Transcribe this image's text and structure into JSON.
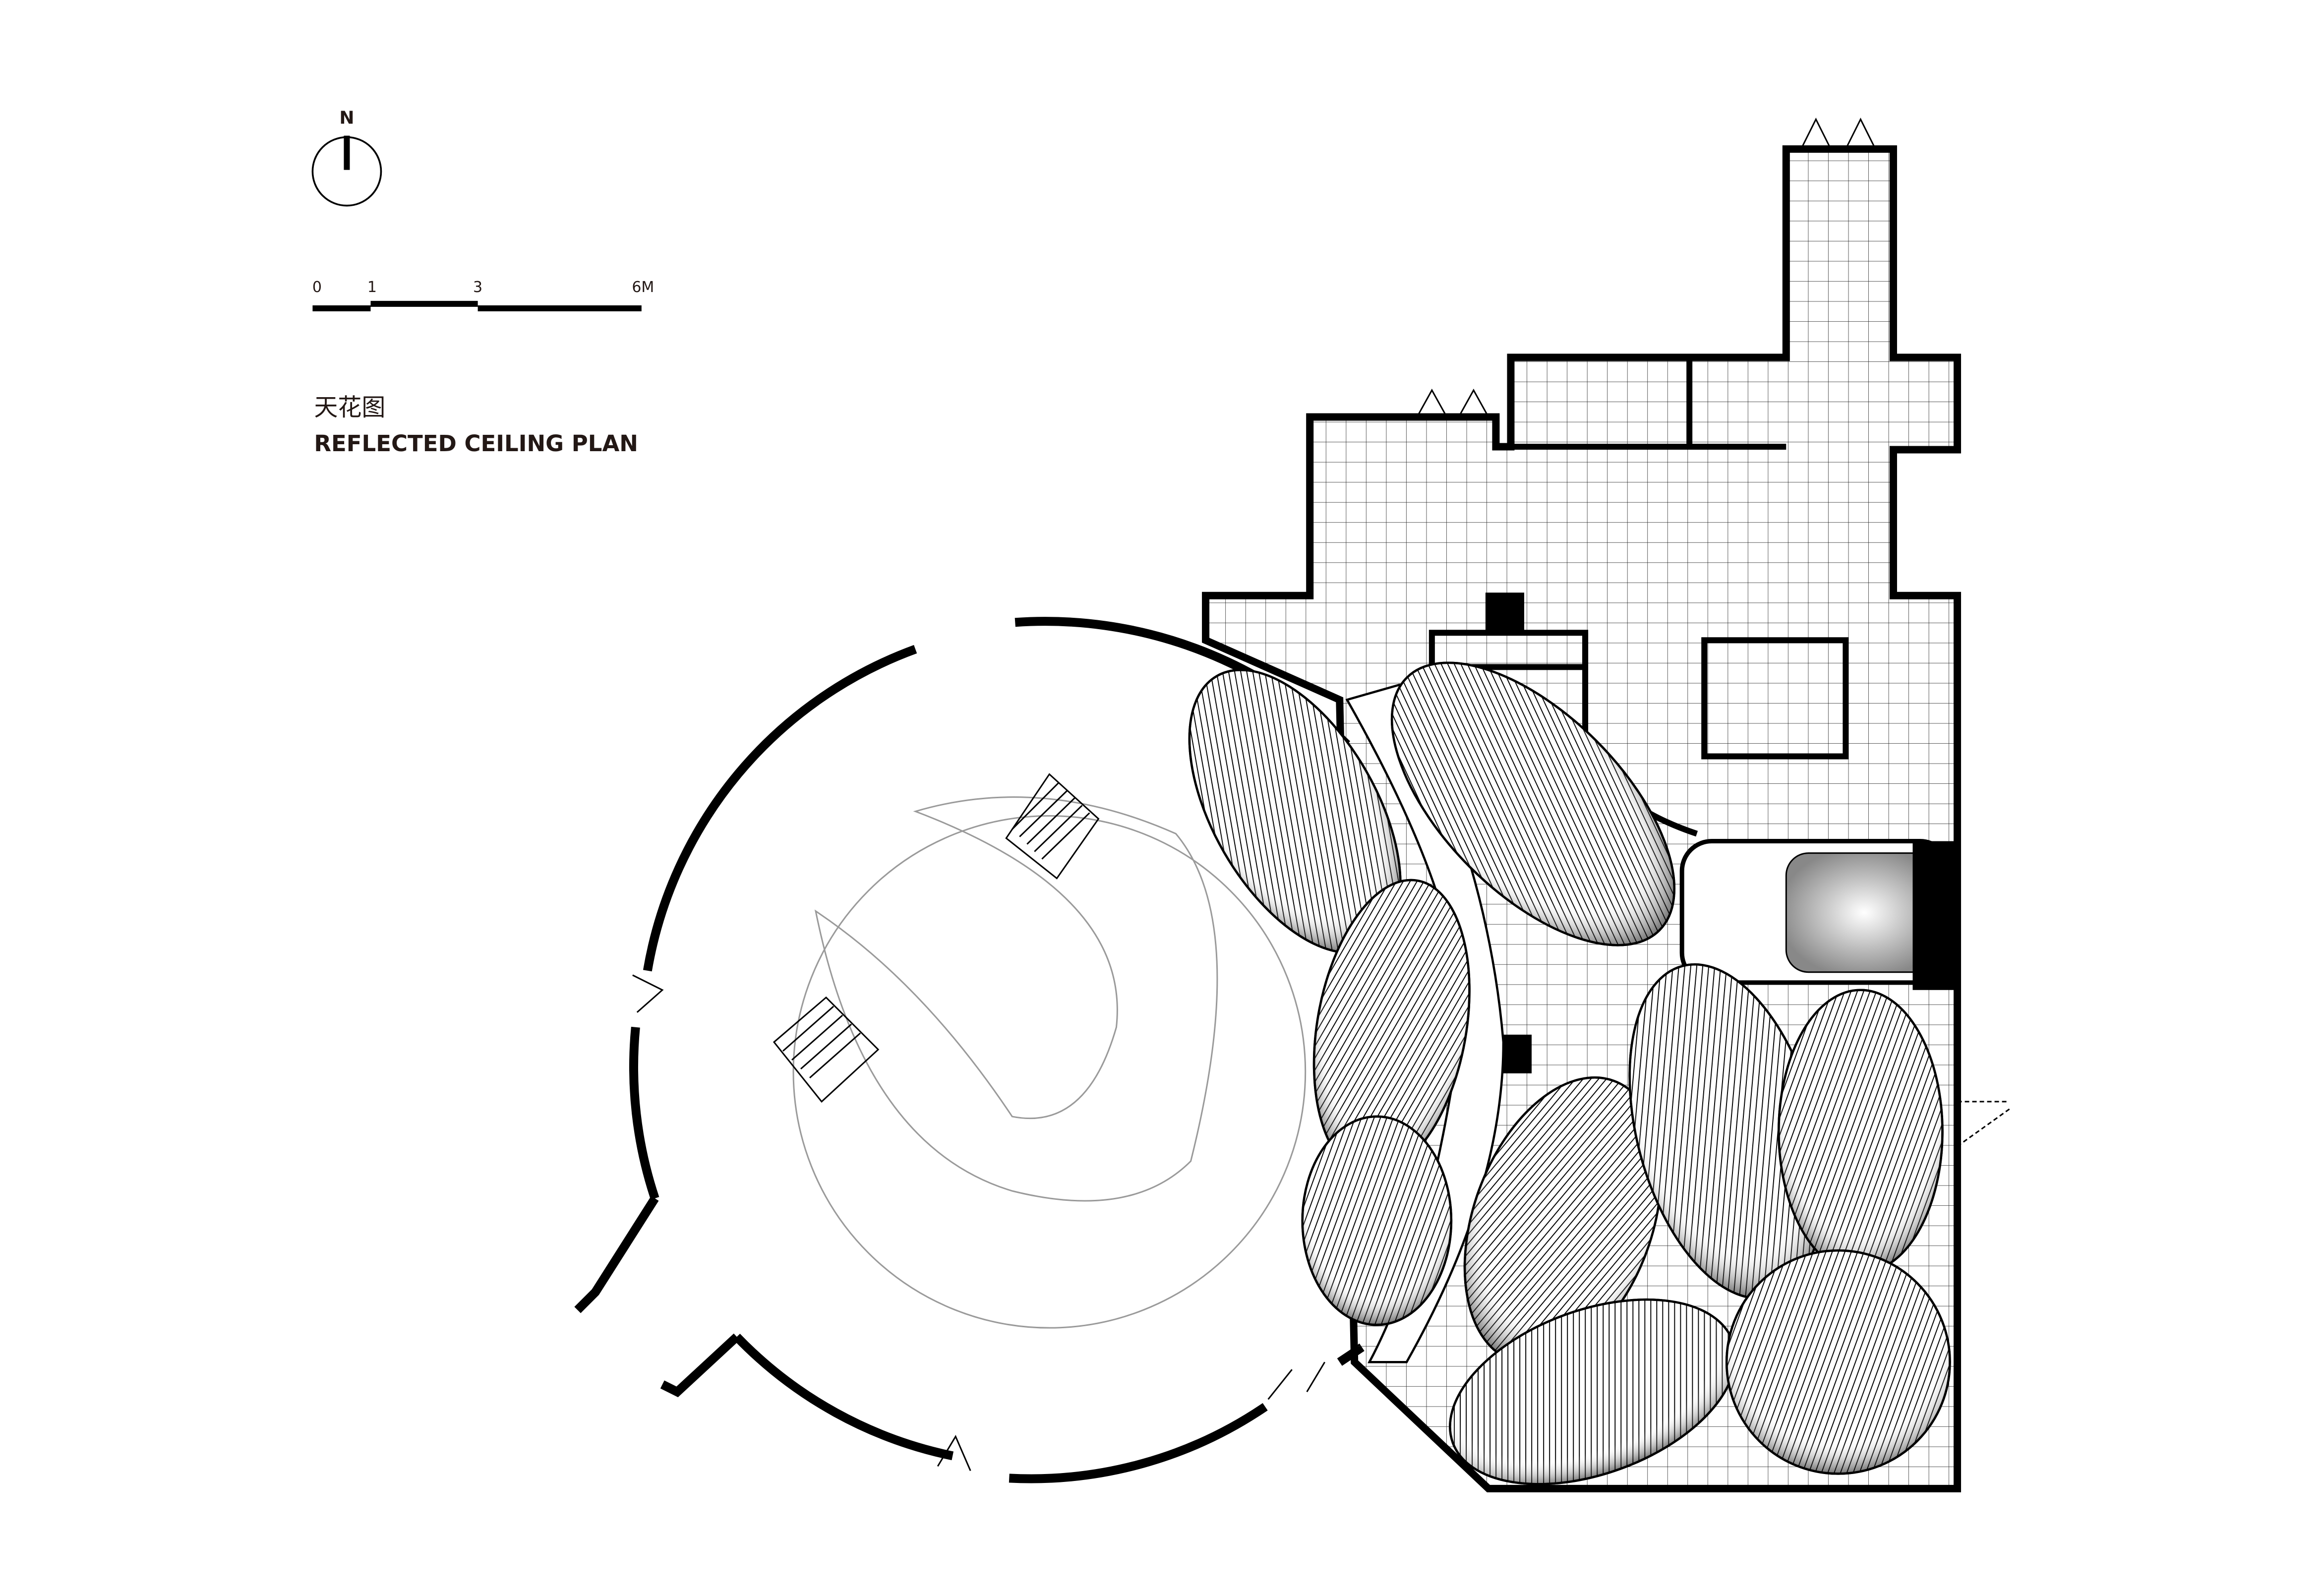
{
  "north_arrow": {
    "label": "N"
  },
  "scale_bar": {
    "ticks": [
      "0",
      "1",
      "3",
      "6M"
    ]
  },
  "title": {
    "chinese": "天花图",
    "english": "REFLECTED  CEILING PLAN"
  },
  "colors": {
    "ink": "#000000",
    "background": "#ffffff",
    "thin_line": "#9a9a9a"
  }
}
